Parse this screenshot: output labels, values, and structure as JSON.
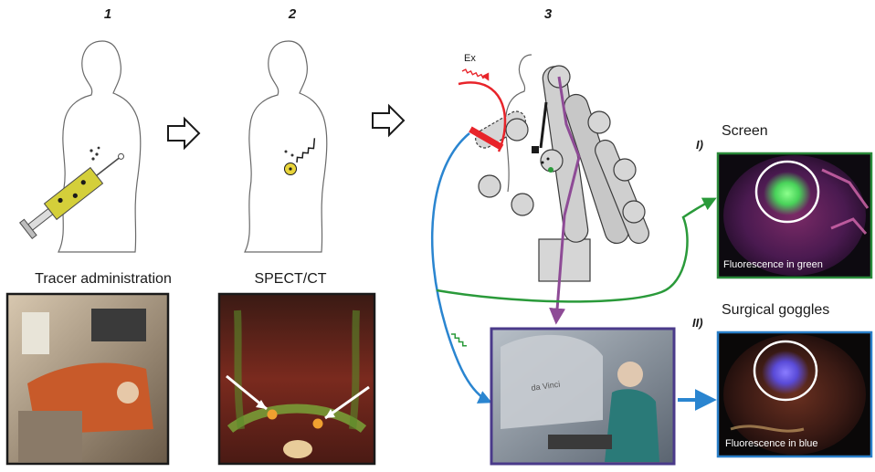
{
  "steps": [
    {
      "number": "1",
      "caption": "Tracer administration"
    },
    {
      "number": "2",
      "caption": "SPECT/CT"
    },
    {
      "number": "3"
    }
  ],
  "excitation_label": "Ex",
  "outputs": [
    {
      "numeral": "I)",
      "title": "Screen",
      "overlay": "Fluorescence in green",
      "fluor_color": "#49d35a",
      "frame_color": "#2a8a3a"
    },
    {
      "numeral": "II)",
      "title": "Surgical goggles",
      "overlay": "Fluorescence in blue",
      "fluor_color": "#5a4bd8",
      "frame_color": "#2a7fc8"
    }
  ],
  "console_brand": "da Vinci",
  "arrow_colors": {
    "excitation": "#e8242a",
    "emission": "#8e4b96",
    "green_path": "#2a9a3a",
    "blue_path": "#2a85d0"
  }
}
